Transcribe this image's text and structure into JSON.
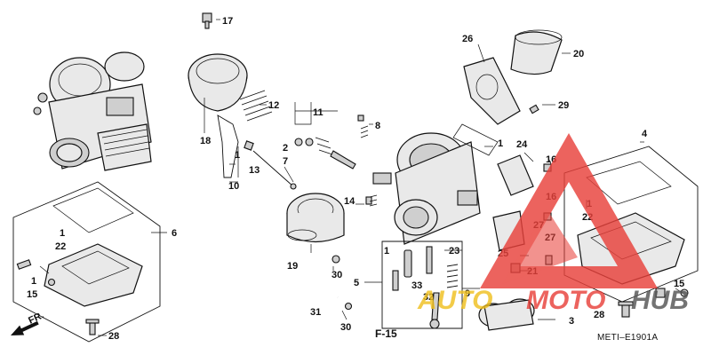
{
  "diagram": {
    "callouts": {
      "c1a": "1",
      "c1b": "1",
      "c1c": "1",
      "c1d": "1",
      "c1e": "1",
      "c1f": "1",
      "c2": "2",
      "c3": "3",
      "c4": "4",
      "c5": "5",
      "c6": "6",
      "c7": "7",
      "c8": "8",
      "c9": "9",
      "c10": "10",
      "c11": "11",
      "c12": "12",
      "c13": "13",
      "c14": "14",
      "c15": "15",
      "c16a": "16",
      "c16b": "16",
      "c17": "17",
      "c18": "18",
      "c19": "19",
      "c20": "20",
      "c21": "21",
      "c22a": "22",
      "c22b": "22",
      "c23": "23",
      "c24": "24",
      "c25": "25",
      "c26": "26",
      "c27a": "27",
      "c27b": "27",
      "c28a": "28",
      "c28b": "28",
      "c29": "29",
      "c30a": "30",
      "c30b": "30",
      "c31": "31",
      "c32": "32",
      "c33": "33"
    },
    "ref_label": "F-15",
    "front_label": "FR.",
    "diagram_code": "METI–E1901A"
  },
  "watermark": {
    "text_auto": "AUTO",
    "text_moto": "MOTO",
    "text_hub": "HUB",
    "color_red": "#e8413b",
    "color_dark": "#555555"
  }
}
